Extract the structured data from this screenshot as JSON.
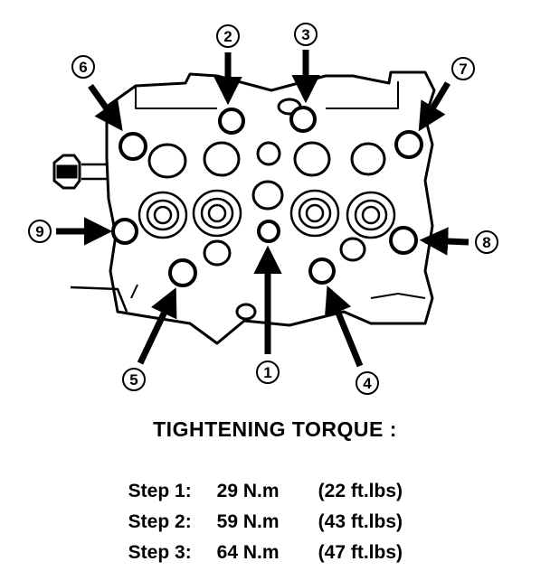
{
  "callouts": [
    {
      "id": "1",
      "label": "1"
    },
    {
      "id": "2",
      "label": "2"
    },
    {
      "id": "3",
      "label": "3"
    },
    {
      "id": "4",
      "label": "4"
    },
    {
      "id": "5",
      "label": "5"
    },
    {
      "id": "6",
      "label": "6"
    },
    {
      "id": "7",
      "label": "7"
    },
    {
      "id": "8",
      "label": "8"
    },
    {
      "id": "9",
      "label": "9"
    }
  ],
  "spec": {
    "title": "TIGHTENING  TORQUE :",
    "steps": [
      {
        "step": "Step 1:",
        "nm": "29 N.m",
        "ftlbs": "(22 ft.lbs)"
      },
      {
        "step": "Step 2:",
        "nm": "59 N.m",
        "ftlbs": "(43 ft.lbs)"
      },
      {
        "step": "Step 3:",
        "nm": "64 N.m",
        "ftlbs": "(47 ft.lbs)"
      }
    ]
  }
}
